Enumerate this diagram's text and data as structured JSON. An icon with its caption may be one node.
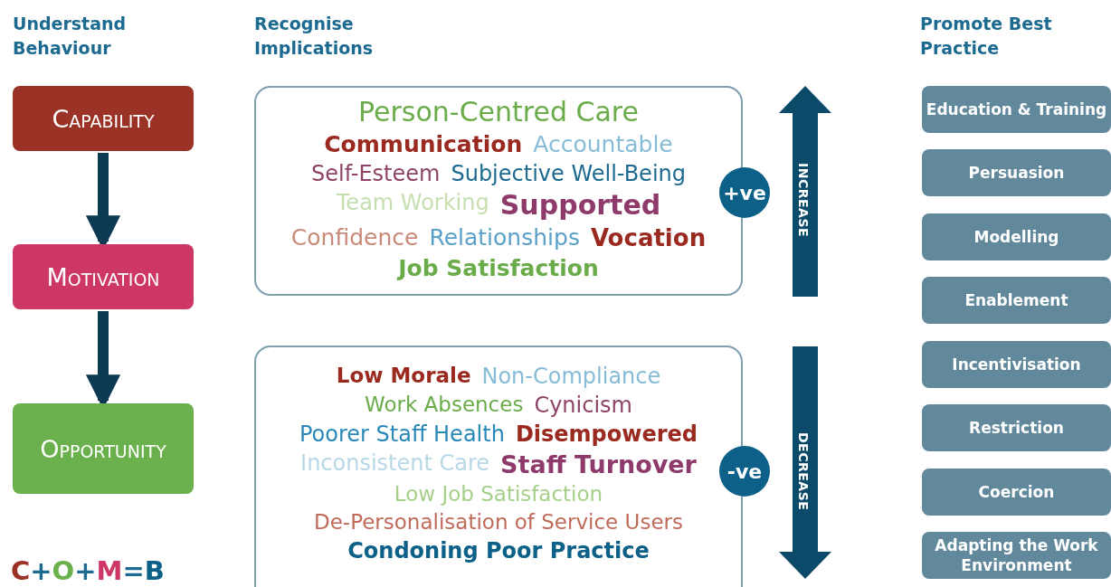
{
  "diagram": {
    "nodes": [
      {
        "text": [
          "Capability"
        ]
      },
      {
        "text": [
          "Motivation"
        ]
      },
      {
        "text": [
          "Opportunity"
        ]
      },
      {
        "text": [
          "Person-Centred Care",
          "Communication",
          "Accountable",
          "Self-Esteem",
          "Subjective Well-Being",
          "Team Working",
          "Supported",
          "Confidence",
          "Relationships",
          "Vocation",
          "Job Satisfaction"
        ]
      },
      {
        "text": [
          "+ve"
        ]
      },
      {
        "text": [
          "Low Morale",
          "Non-Compliance",
          "Work Absences",
          "Cynicism",
          "Poorer Staff Health",
          "Disempowered",
          "Inconsistent Care",
          "Staff Turnover",
          "Low Job Satisfaction",
          "De-Personalisation of Service Users",
          "Condoning Poor Practice"
        ]
      },
      {
        "text": [
          "-ve"
        ]
      },
      {
        "text": [
          "Education & Training"
        ]
      },
      {
        "text": [
          "Persuasion"
        ]
      },
      {
        "text": [
          "Modelling"
        ]
      },
      {
        "text": [
          "Enablement"
        ]
      },
      {
        "text": [
          "Incentivisation"
        ]
      },
      {
        "text": [
          "Restriction"
        ]
      },
      {
        "text": [
          "Coercion"
        ]
      },
      {
        "text": [
          "Adapting the Work Environment"
        ]
      }
    ],
    "edges": [
      {
        "from": 0,
        "to": 1,
        "arrow": "to"
      },
      {
        "from": 1,
        "to": 2,
        "arrow": "to"
      }
    ],
    "labels": [
      "Understand Behaviour",
      "Recognise Implications",
      "Promote Best Practice",
      "INCREASE",
      "DECREASE",
      "C+O+M=B"
    ]
  }
}
